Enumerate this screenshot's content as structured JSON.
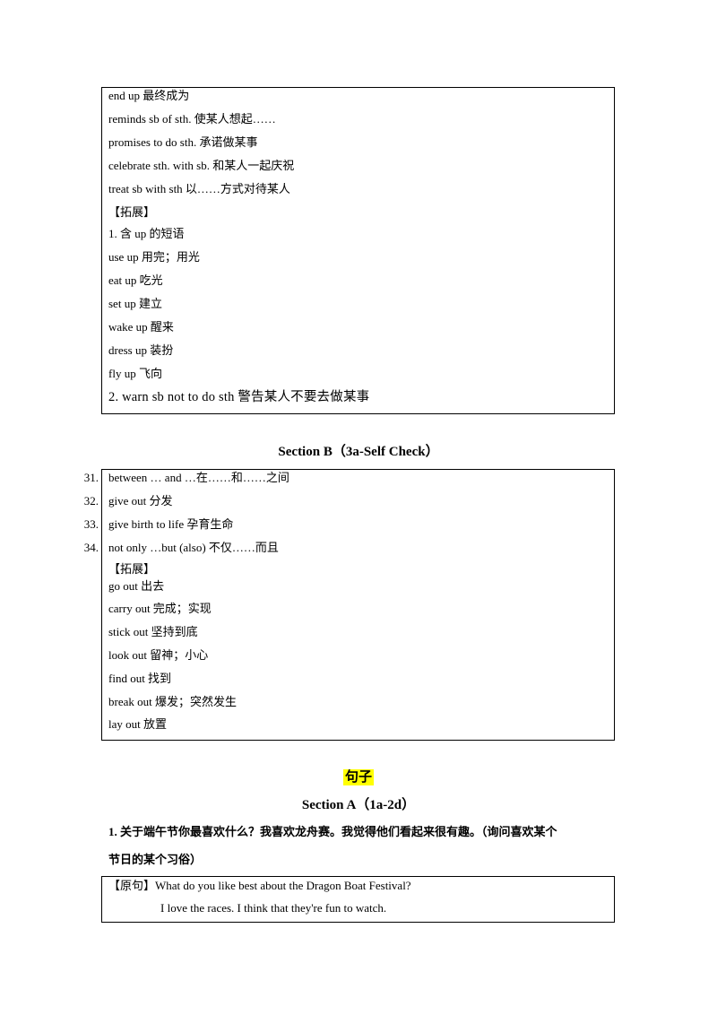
{
  "box1": {
    "lines": [
      "end up 最终成为",
      "reminds sb of sth.  使某人想起……",
      "promises to do sth.  承诺做某事",
      "celebrate sth. with sb.  和某人一起庆祝",
      "treat sb with sth  以……方式对待某人",
      "【拓展】",
      "1.  含 up 的短语",
      "use up 用完；用光",
      "eat up 吃光",
      "set  up  建立",
      "wake  up  醒来",
      "dress up  装扮",
      "fly  up  飞向",
      "2.  warn  sb  not  to  do  sth  警告某人不要去做某事"
    ]
  },
  "section_b": {
    "heading": "Section  B（3a-Self  Check）",
    "numbers": [
      "31.",
      "32.",
      "33.",
      "34."
    ],
    "lines": [
      "between … and …在……和……之间",
      "give out  分发",
      "give birth to life  孕育生命",
      "not only …but (also)  不仅……而且",
      "【拓展】",
      "go out 出去",
      "carry out 完成；实现",
      "stick out 坚持到底",
      "look out 留神；小心",
      "find out 找到",
      "break out 爆发；突然发生",
      "lay  out  放置"
    ]
  },
  "sentences": {
    "title": "句子",
    "section_heading": "Section  A（1a-2d）",
    "question_line1": "1. 关于端午节你最喜欢什么？我喜欢龙舟赛。我觉得他们看起来很有趣。（询问喜欢某个",
    "question_line2": "节日的某个习俗）",
    "original_line1": "【原句】What do you like best about the Dragon Boat Festival?",
    "original_line2": "I love the races. I think that they're fun to watch."
  }
}
